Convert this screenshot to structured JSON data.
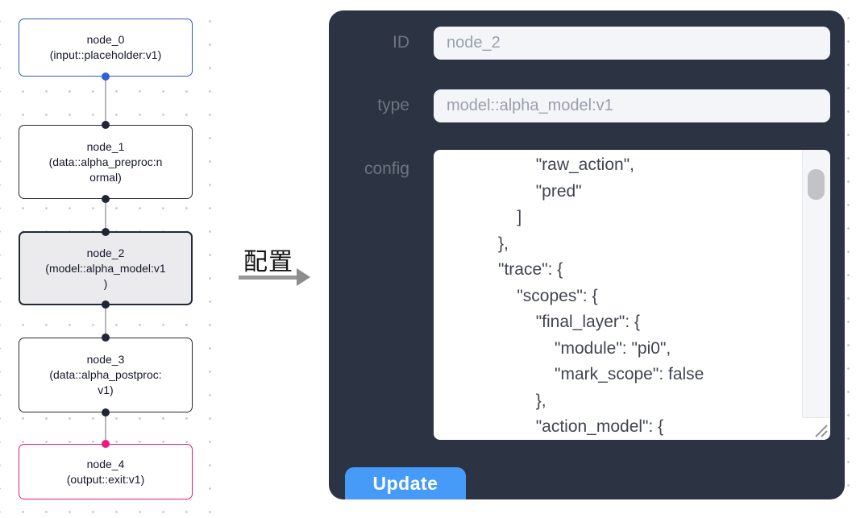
{
  "canvas": {
    "nodes": [
      {
        "id": "node_0",
        "lines": [
          "node_0",
          "(input::placeholder:v1)"
        ],
        "variant": "input"
      },
      {
        "id": "node_1",
        "lines": [
          "node_1",
          "(data::alpha_preproc:n",
          "ormal)"
        ],
        "variant": "default"
      },
      {
        "id": "node_2",
        "lines": [
          "node_2",
          "(model::alpha_model:v1",
          ")"
        ],
        "variant": "selected"
      },
      {
        "id": "node_3",
        "lines": [
          "node_3",
          "(data::alpha_postproc:",
          "v1)"
        ],
        "variant": "default"
      },
      {
        "id": "node_4",
        "lines": [
          "node_4",
          "(output::exit:v1)"
        ],
        "variant": "output"
      }
    ]
  },
  "connector": {
    "label": "配置"
  },
  "panel": {
    "fields": [
      {
        "label": "ID",
        "value": "node_2"
      },
      {
        "label": "type",
        "value": "model::alpha_model:v1"
      }
    ],
    "config_label": "config",
    "config_text": "                    \"raw_action\",\n                    \"pred\"\n                ]\n            },\n            \"trace\": {\n                \"scopes\": {\n                    \"final_layer\": {\n                        \"module\": \"pi0\",\n                        \"mark_scope\": false\n                    },\n                    \"action_model\": {",
    "update_label": "Update"
  },
  "colors": {
    "panel_bg": "#2c3443",
    "accent_blue": "#479bf8",
    "input_field_bg": "#f3f5f9",
    "input_text": "#99a0ab",
    "label_text": "#6e7480",
    "node_border": "#232a38",
    "node_input_border": "#2e5bbf",
    "node_output_border": "#ea1777",
    "node_selected_bg": "#ebebed",
    "handle_dark": "#1f2534",
    "handle_blue": "#2e62d9",
    "handle_pink": "#ee1878",
    "edge_gray": "#b6b7bc",
    "config_text": "#40454f",
    "dot_grid": "#c7cacf"
  }
}
